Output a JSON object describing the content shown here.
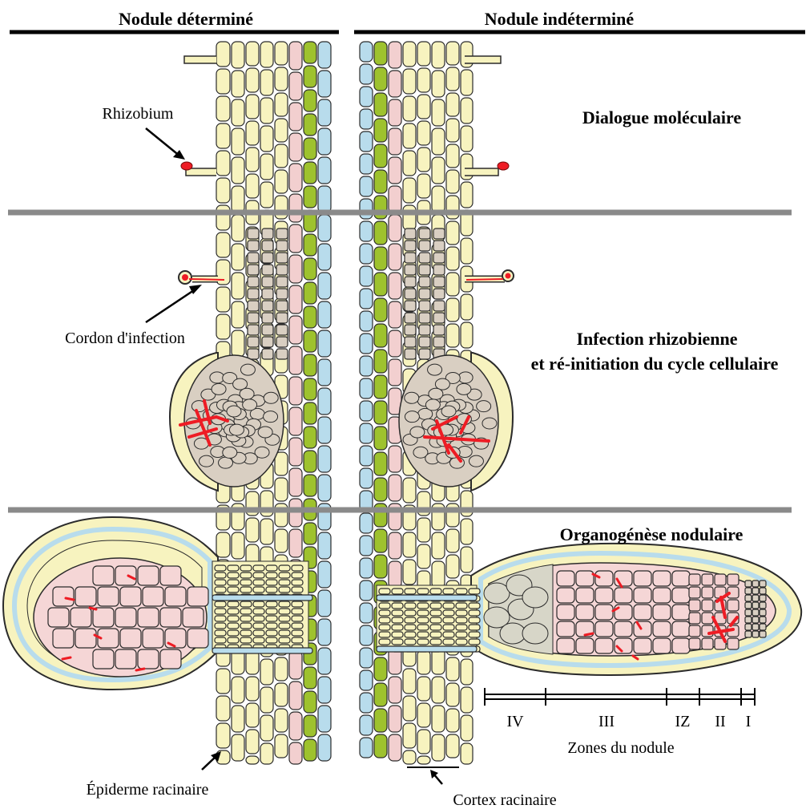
{
  "headers": {
    "left": "Nodule déterminé",
    "right": "Nodule indéterminé"
  },
  "stages": [
    {
      "title_lines": [
        "Dialogue moléculaire"
      ]
    },
    {
      "title_lines": [
        "Infection rhizobienne",
        "et ré-initiation du cycle cellulaire"
      ]
    },
    {
      "title_lines": [
        "Organogénèse nodulaire"
      ]
    }
  ],
  "labels": {
    "rhizobium": "Rhizobium",
    "infection_thread": "Cordon d'infection",
    "epidermis": "Épiderme racinaire",
    "cortex": "Cortex racinaire"
  },
  "zones": {
    "caption": "Zones du nodule",
    "items": [
      "IV",
      "III",
      "IZ",
      "II",
      "I"
    ]
  },
  "colors": {
    "epidermis_cortex": "#f7f3bf",
    "pericycle_pink": "#f2cfcf",
    "phloem_green": "#9ec22e",
    "endodermis_blue": "#b8dcec",
    "dividing_cells": "#d9cfc2",
    "infected_cells": "#f5d6d6",
    "senescent_cells": "#d7d6c8",
    "rhizobia_red": "#ee1c24",
    "divider_gray": "#8a8a8a",
    "outline": "#2b2b2b"
  }
}
